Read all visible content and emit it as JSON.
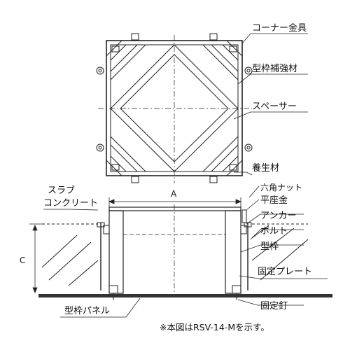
{
  "labels": {
    "corner_bracket": "コーナー金具",
    "frame_reinforcement": "型枠補強材",
    "spacer": "スペーサー",
    "protective_material": "養生材",
    "hex_nut": "六角ナット",
    "flat_washer": "平座金",
    "anchor": "アンカー",
    "bolt": "ボルト",
    "form_frame": "型枠",
    "fixing_plate": "固定プレート",
    "fixing_nail": "固定釘",
    "slab_line1": "スラブ",
    "slab_line2": "コンクリート",
    "form_panel": "型枠パネル"
  },
  "dimensions": {
    "width": "A",
    "height": "C"
  },
  "note": "※本図はRSV-14-Mを示す。"
}
